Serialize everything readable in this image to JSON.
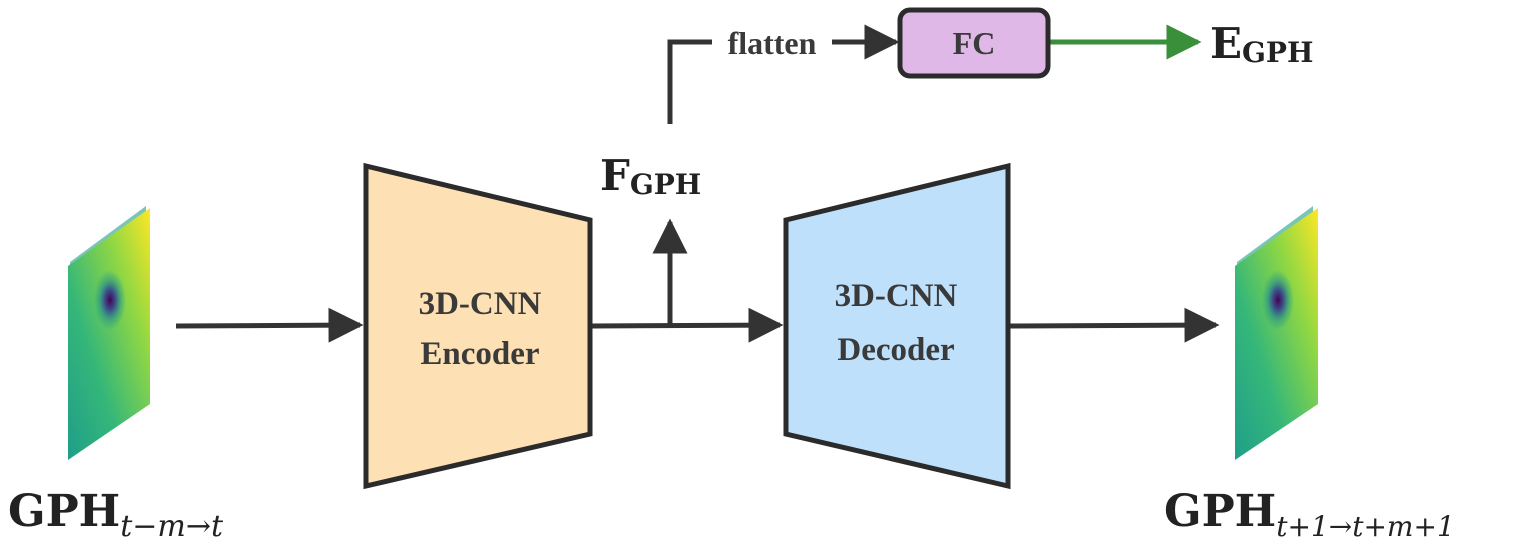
{
  "encoder": {
    "line1": "3D-CNN",
    "line2": "Encoder",
    "fill": "#fde0b4"
  },
  "decoder": {
    "line1": "3D-CNN",
    "line2": "Decoder",
    "fill": "#bfe0fa"
  },
  "fc": {
    "label": "FC",
    "fill": "#e0b8e8"
  },
  "flatten_label": "flatten",
  "feature": {
    "main": "F",
    "sub": "GPH"
  },
  "embedding": {
    "main": "E",
    "sub": "GPH"
  },
  "input": {
    "main": "GPH",
    "sub": "t−m→t"
  },
  "output": {
    "main": "GPH",
    "sub": "t+1→t+m+1"
  },
  "colors": {
    "arrow": "#333333",
    "fc_arrow": "#3a8f3a",
    "outline": "#2b2b2b"
  }
}
